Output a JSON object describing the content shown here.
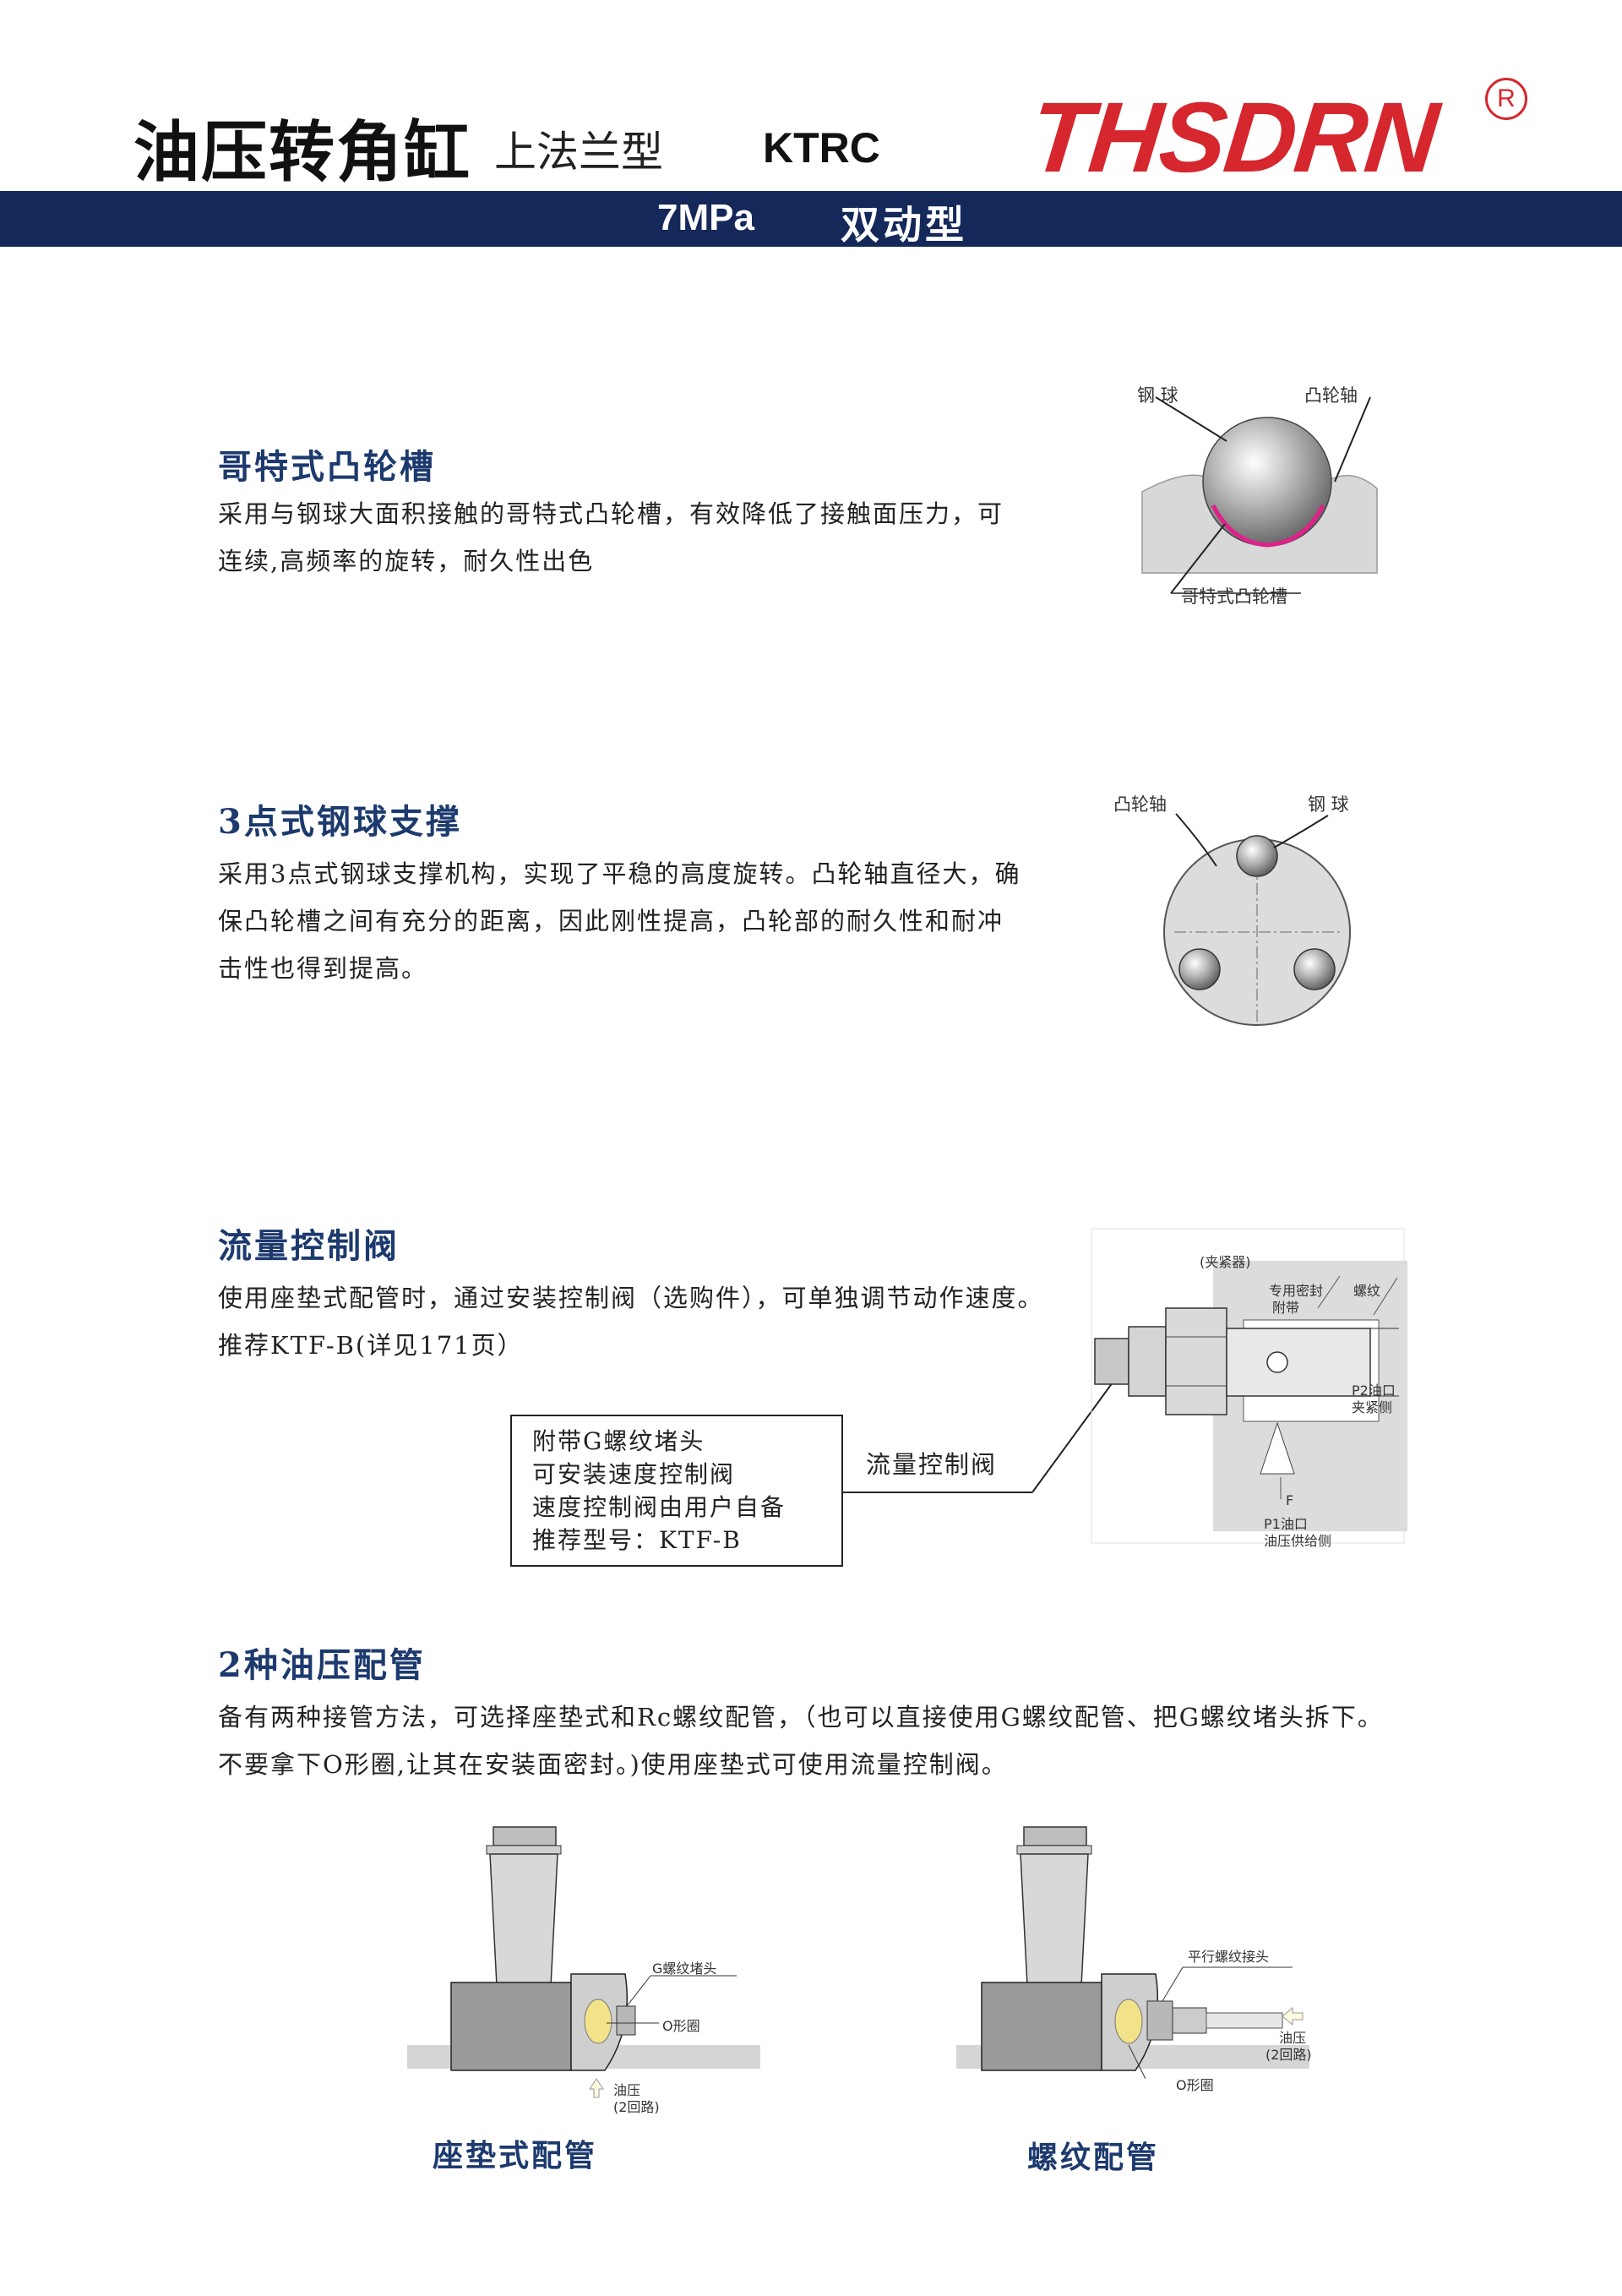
{
  "header": {
    "title": "油压转角缸",
    "subtitle": "上法兰型",
    "model": "KTRC",
    "logo_text": "THSDRN",
    "registered_mark": "R",
    "pressure": "7MPa",
    "action_type": "双动型"
  },
  "colors": {
    "brand_red": "#d6272e",
    "band_navy": "#14285a",
    "heading_navy": "#1d3a6e",
    "groove_magenta": "#e0218a"
  },
  "sections": {
    "gothic_groove": {
      "heading": "哥特式凸轮槽",
      "lines": [
        "采用与钢球大面积接触的哥特式凸轮槽，有效降低了接触面压力，可",
        "连续,高频率的旋转，耐久性出色"
      ],
      "fig_labels": {
        "ball": "钢 球",
        "cam_shaft": "凸轮轴",
        "groove": "哥特式凸轮槽"
      }
    },
    "three_point": {
      "heading": "3点式钢球支撑",
      "lines": [
        "采用3点式钢球支撑机构，实现了平稳的高度旋转。凸轮轴直径大，确",
        "保凸轮槽之间有充分的距离，因此刚性提高，凸轮部的耐久性和耐冲",
        "击性也得到提高。"
      ],
      "fig_labels": {
        "cam_shaft": "凸轮轴",
        "ball": "钢 球"
      }
    },
    "flow_valve": {
      "heading": "流量控制阀",
      "lines": [
        "使用座垫式配管时，通过安装控制阀（选购件），可单独调节动作速度。",
        "推荐KTF-B(详见171页）"
      ],
      "box_lines": [
        "附带G螺纹堵头",
        "可安装速度控制阀",
        "速度控制阀由用户自备",
        "推荐型号：KTF-B"
      ],
      "callout": "流量控制阀",
      "fig_labels": {
        "clamp": "(夹紧器)",
        "seal": "专用密封",
        "seal2": "附带",
        "thread": "螺纹",
        "p2": "P2油口",
        "p2b": "夹紧侧",
        "f": "F",
        "p1": "P1油口",
        "p1b": "油压供给侧"
      }
    },
    "piping": {
      "heading": "2种油压配管",
      "lines": [
        "备有两种接管方法，可选择座垫式和Rc螺纹配管，（也可以直接使用G螺纹配管、把G螺纹堵头拆下。",
        "不要拿下O形圈,让其在安装面密封。)使用座垫式可使用流量控制阀。"
      ],
      "left_fig": {
        "plug": "G螺纹堵头",
        "oring": "O形圈",
        "oil": "油压",
        "circuit": "(2回路)",
        "caption": "座垫式配管"
      },
      "right_fig": {
        "fitting": "平行螺纹接头",
        "oil": "油压",
        "circuit": "(2回路)",
        "oring": "O形圈",
        "caption": "螺纹配管"
      }
    }
  }
}
